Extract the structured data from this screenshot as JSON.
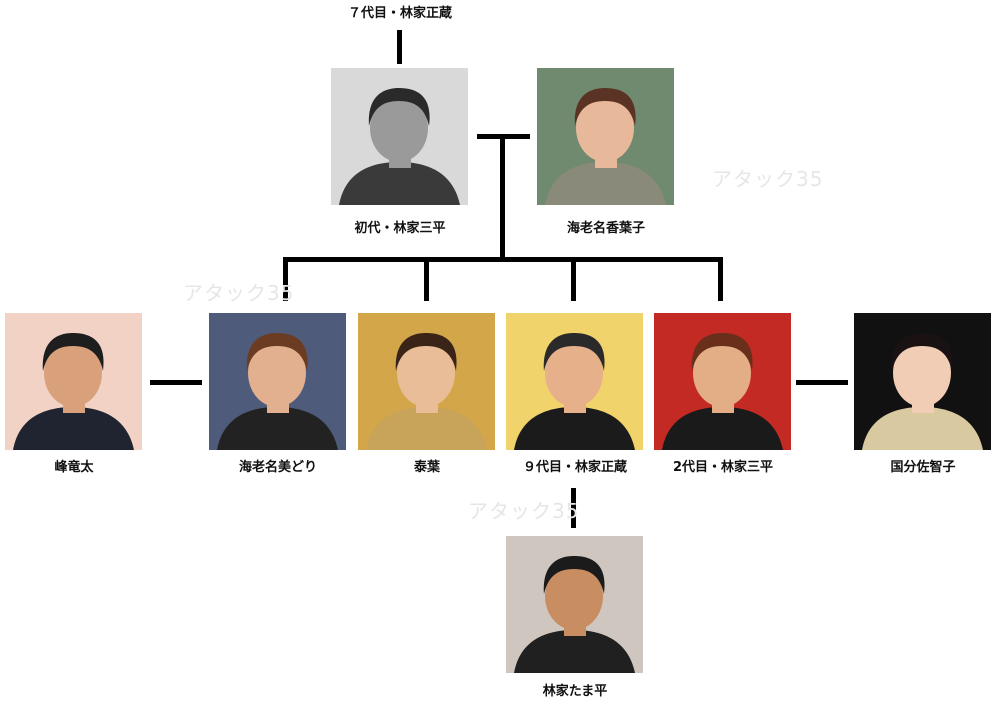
{
  "watermark": "アタック35",
  "people": {
    "shichidaime": {
      "name": "７代目・林家正蔵"
    },
    "shodai": {
      "name": "初代・林家三平",
      "colors": {
        "bg": "#d9d9d9",
        "skin": "#9a9a9a",
        "hair": "#2a2a2a",
        "cloth": "#3a3a3a"
      }
    },
    "kayoko": {
      "name": "海老名香葉子",
      "colors": {
        "bg": "#6f8a6e",
        "skin": "#e8b89a",
        "hair": "#5a3325",
        "cloth": "#8a8a7a"
      }
    },
    "mine": {
      "name": "峰竜太",
      "colors": {
        "bg": "#f2d2c4",
        "skin": "#d9a07c",
        "hair": "#1e1e1e",
        "cloth": "#1f2430"
      }
    },
    "midori": {
      "name": "海老名美どり",
      "colors": {
        "bg": "#4e5b7a",
        "skin": "#e2b08e",
        "hair": "#6b3b22",
        "cloth": "#222"
      }
    },
    "yasuha": {
      "name": "泰葉",
      "colors": {
        "bg": "#d4a64a",
        "skin": "#e9bd98",
        "hair": "#3a2418",
        "cloth": "#c8a35a"
      }
    },
    "kyudaime": {
      "name": "９代目・林家正蔵",
      "colors": {
        "bg": "#f1d36b",
        "skin": "#e6b08a",
        "hair": "#2a2a2a",
        "cloth": "#1b1b1b"
      }
    },
    "nidaime": {
      "name": "2代目・林家三平",
      "colors": {
        "bg": "#c32a24",
        "skin": "#e3ad86",
        "hair": "#6a2f1a",
        "cloth": "#1a1a1a"
      }
    },
    "kokubu": {
      "name": "国分佐智子",
      "colors": {
        "bg": "#111111",
        "skin": "#f0cdb4",
        "hair": "#1a1212",
        "cloth": "#d8c9a0"
      }
    },
    "tamahei": {
      "name": "林家たま平",
      "colors": {
        "bg": "#cfc7bf",
        "skin": "#c98d62",
        "hair": "#1b1b1b",
        "cloth": "#202020"
      }
    }
  }
}
